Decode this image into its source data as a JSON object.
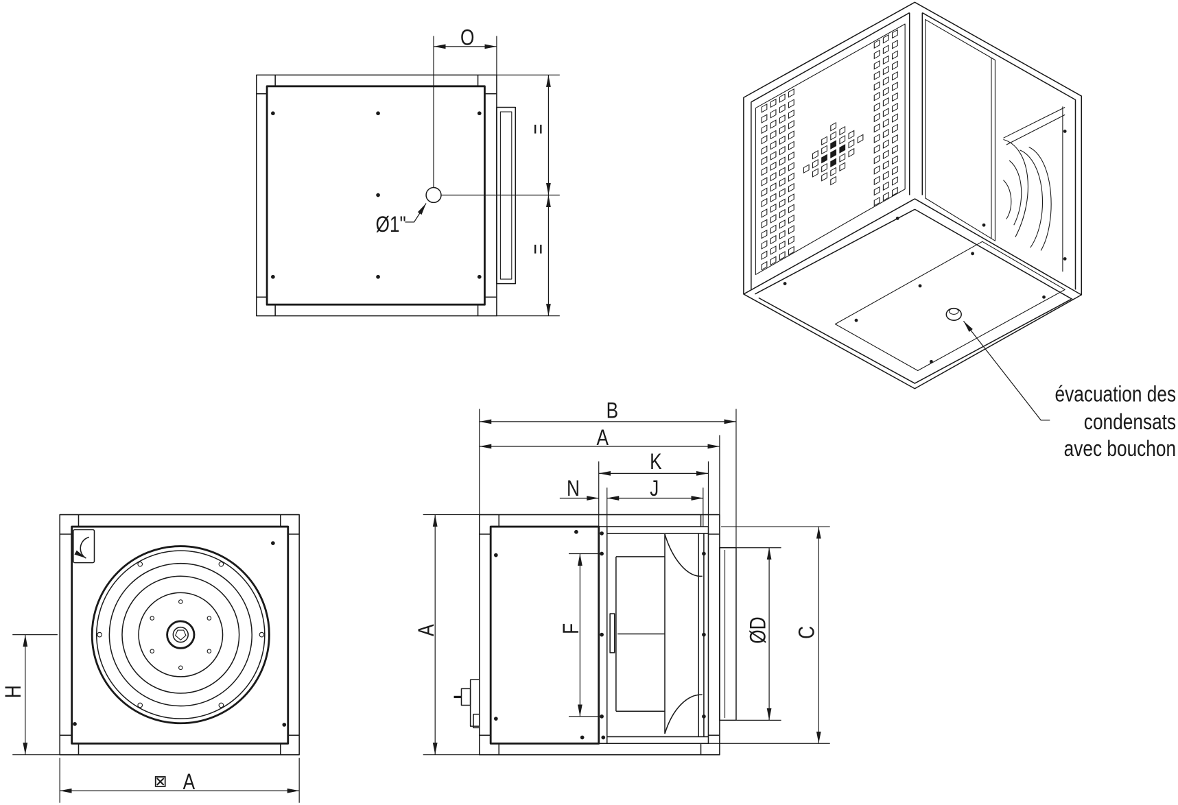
{
  "top_view": {
    "dim_o": "O",
    "dim_equal_upper": "=",
    "dim_equal_lower": "=",
    "port_label": "Ø1\""
  },
  "isometric_view": {
    "callout": [
      "évacuation des",
      "condensats",
      "avec bouchon"
    ]
  },
  "front_view": {
    "section_symbol": "⊠",
    "dim_width": "A",
    "dim_h": "H"
  },
  "side_view": {
    "dim_b": "B",
    "dim_a_horizontal": "A",
    "dim_k": "K",
    "dim_n": "N",
    "dim_j": "J",
    "dim_a_vertical": "A",
    "dim_f": "F",
    "dim_d": "ØD",
    "dim_c": "C"
  }
}
